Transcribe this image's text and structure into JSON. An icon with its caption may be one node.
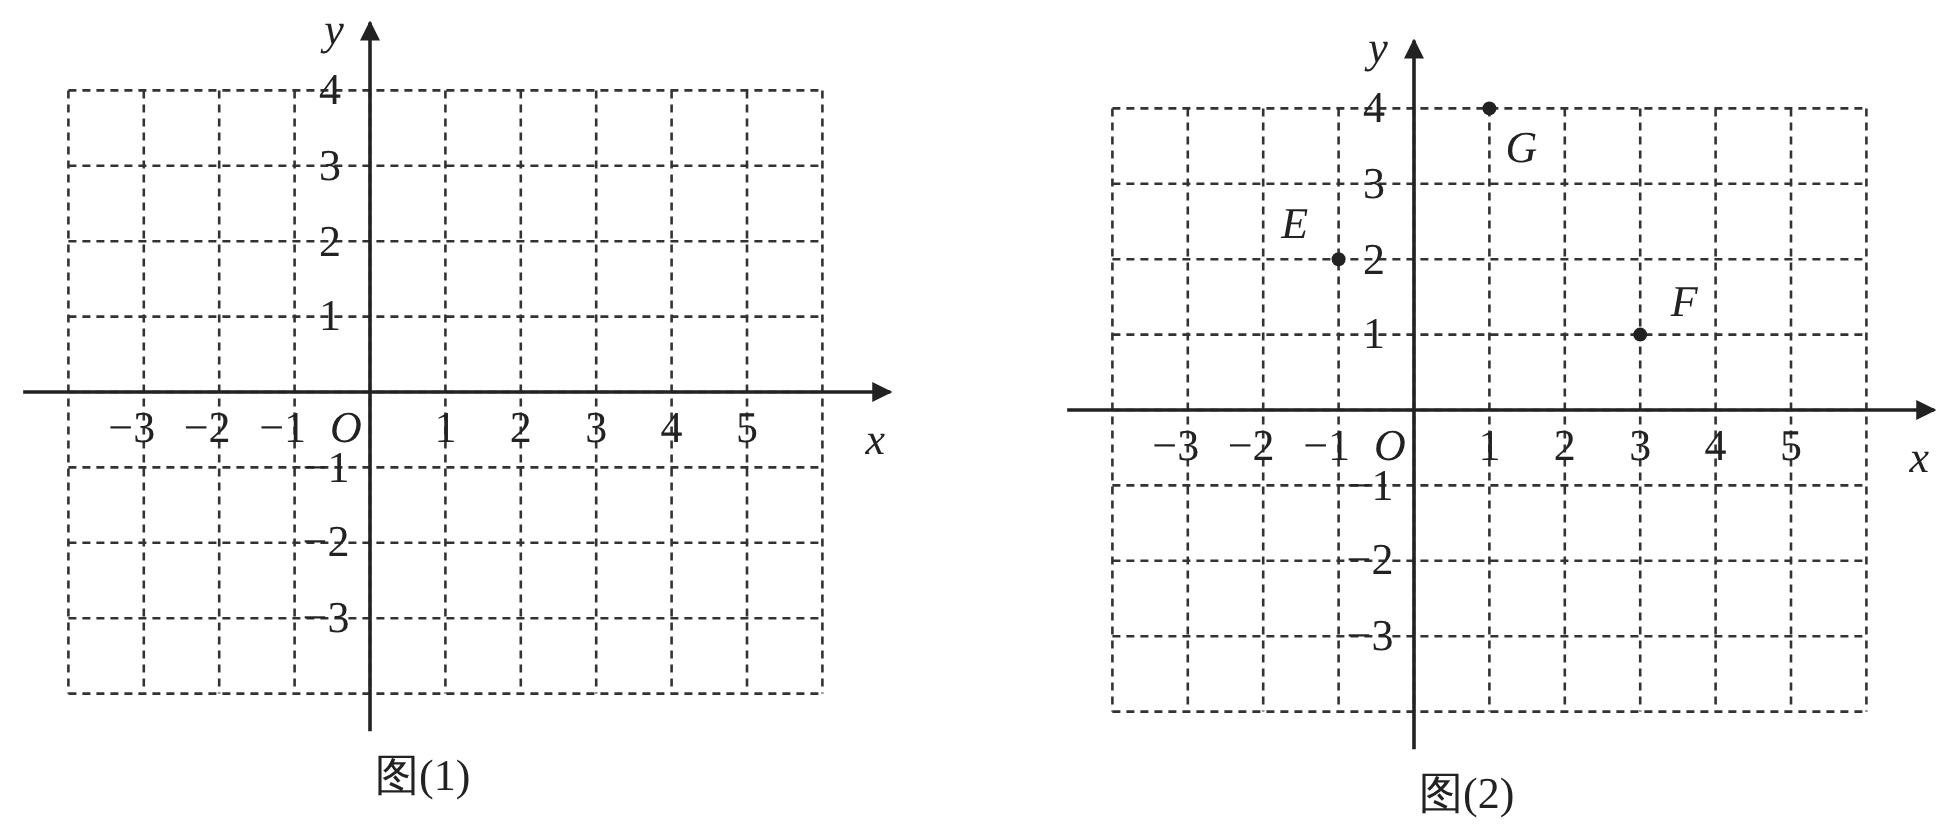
{
  "diagram": {
    "labels": [
      "y",
      "4",
      "3",
      "2",
      "1",
      "−3",
      "−2",
      "−1",
      "O",
      "1",
      "2",
      "3",
      "4",
      "5",
      "x",
      "−1",
      "−2",
      "−3",
      "图(1)",
      "y",
      "4",
      "G",
      "3",
      "2",
      "E",
      "1",
      "F",
      "−3",
      "−2",
      "−1",
      "O",
      "1",
      "2",
      "3",
      "4",
      "5",
      "x",
      "−1",
      "−2",
      "−3",
      "图(2)"
    ]
  }
}
